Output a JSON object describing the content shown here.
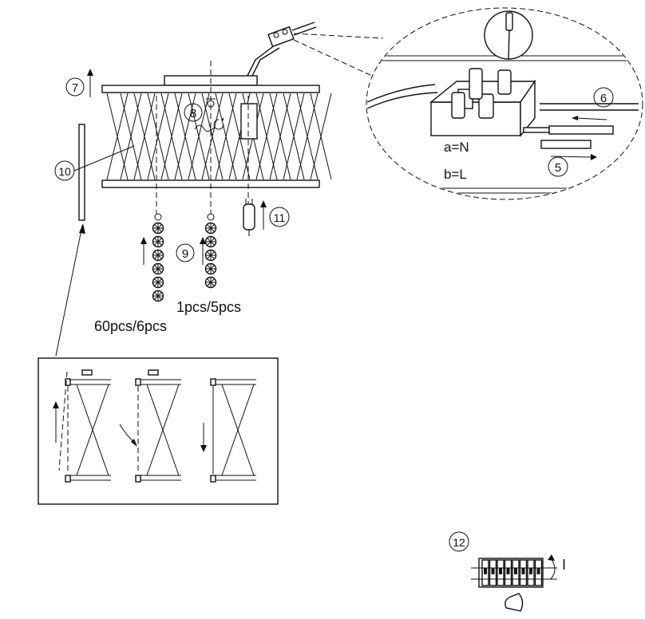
{
  "steps": {
    "s5": "5",
    "s6": "6",
    "s7": "7",
    "s8": "8",
    "s9": "9",
    "s10": "10",
    "s11": "11",
    "s12": "12"
  },
  "wiring": {
    "neutral_label": "a=N",
    "live_label": "b=L"
  },
  "crystals": {
    "left_count": "60pcs/6pcs",
    "right_count": "1pcs/5pcs"
  },
  "breaker": {
    "on_symbol": "I"
  }
}
